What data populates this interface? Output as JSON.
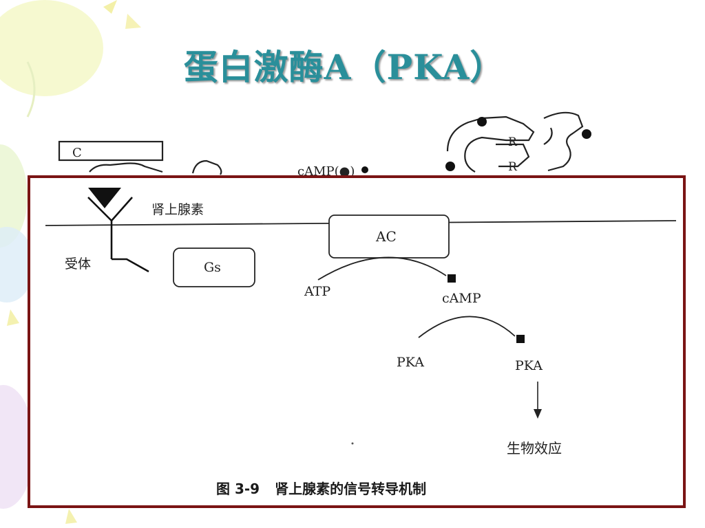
{
  "slide": {
    "title": "蛋白激酶A（PKA）"
  },
  "top_figure": {
    "c_label": "C",
    "camp_label": "cAMP(●)",
    "r_label_1": "R",
    "r_label_2": "R"
  },
  "figure": {
    "ligand_label": "肾上腺素",
    "receptor_label": "受体",
    "gs_label": "Gs",
    "ac_label": "AC",
    "atp_label": "ATP",
    "camp_label": "cAMP",
    "pka_in_label": "PKA",
    "pka_out_label": "PKA",
    "effect_label": "生物效应",
    "caption_number": "图 3-9",
    "caption_text": "肾上腺素的信号转导机制"
  },
  "colors": {
    "title": "#2a8f9a",
    "frame_border": "#7a1414",
    "ink": "#1a1a1a"
  }
}
